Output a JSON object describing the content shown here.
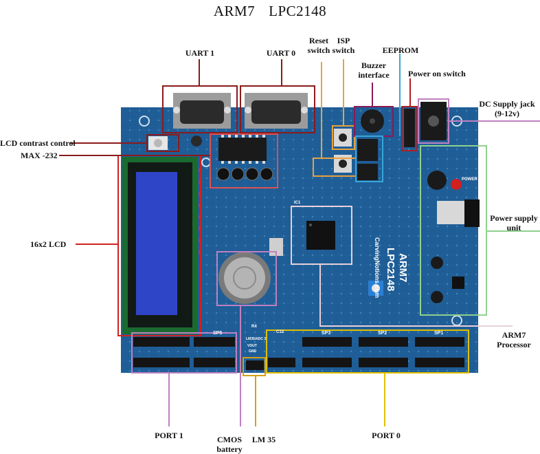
{
  "title": {
    "left": "ARM7",
    "right": "LPC2148"
  },
  "board": {
    "brand": "ARM7",
    "model": "LPC2148",
    "website": "CarvingNotions.com",
    "header_labels": [
      "SP5",
      "SP3",
      "SP2",
      "SP1"
    ],
    "components_text": [
      "IC1",
      "C12",
      "R4",
      "LM35/ADC 3",
      "VOUT",
      "GND",
      "POWER"
    ]
  },
  "labels": {
    "uart1": "UART 1",
    "uart0": "UART 0",
    "reset_line1": "Reset",
    "reset_line2": "switch",
    "isp_line1": "ISP",
    "isp_line2": "switch",
    "eeprom": "EEPROM",
    "buzzer_line1": "Buzzer",
    "buzzer_line2": "interface",
    "power_on": "Power on switch",
    "dc_line1": "DC Supply jack",
    "dc_line2": "(9-12v)",
    "lcd_contrast": "LCD contrast control",
    "max232": "MAX -232",
    "lcd": "16x2 LCD",
    "psu_line1": "Power supply",
    "psu_line2": "unit",
    "arm_line1": "ARM7",
    "arm_line2": "Processor",
    "port1": "PORT 1",
    "cmos_line1": "CMOS",
    "cmos_line2": "battery",
    "lm35": "LM 35",
    "port0": "PORT 0"
  },
  "colors": {
    "pcb": "#1f5d96",
    "uart1": "#8b1a1a",
    "uart0": "#8b1a1a",
    "reset": "#e8a23c",
    "isp": "#e8a23c",
    "buzzer": "#8b1a5a",
    "eeprom": "#3aa6d8",
    "power_switch": "#b02020",
    "dc_jack": "#c080c0",
    "lcd_contrast": "#8b1a1a",
    "max232": "#e05050",
    "lcd": "#d02020",
    "psu": "#8fd18f",
    "arm": "#e8d0d8",
    "port1": "#c080c0",
    "cmos": "#c080c0",
    "lm35": "#d4a017",
    "port0": "#e0c000"
  }
}
